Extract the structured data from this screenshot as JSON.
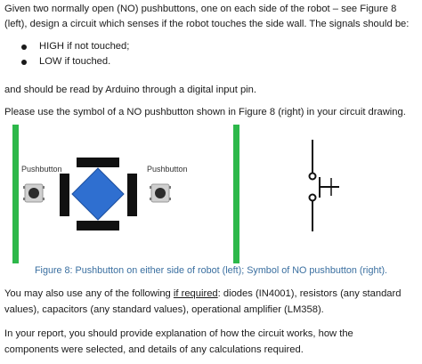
{
  "text": {
    "intro": "Given two normally open (NO) pushbuttons, one on each side of the robot – see Figure 8",
    "intro2": "(left), design a circuit which senses if the robot touches the side wall. The signals should be:",
    "bullets": [
      "HIGH if not touched;",
      "LOW if touched."
    ],
    "arduino": "and should be read by Arduino through a digital input pin.",
    "symbol_note": "Please use the symbol of a NO pushbutton shown in Figure 8 (right) in your circuit drawing.",
    "figure": {
      "left_label": "Pushbutton",
      "right_label": "Pushbutton",
      "caption": "Figure 8: Pushbutton on either side of robot (left); Symbol of NO pushbutton (right)."
    },
    "p4_pre": "You may also use any of the following ",
    "p4_link": "if required",
    "p4_post": ": diodes (IN4001), resistors (any standard",
    "p4_line2": "values), capacitors (any standard values), operational amplifier (LM358).",
    "p5_line1": "In your report, you should provide explanation of how the circuit works, how the",
    "p5_line2": "components were selected, and details of any calculations required."
  },
  "colors": {
    "wall": "#2db84a",
    "robot": "#2f6fd0",
    "wheel": "#111111",
    "caption": "#3a6fa0"
  }
}
